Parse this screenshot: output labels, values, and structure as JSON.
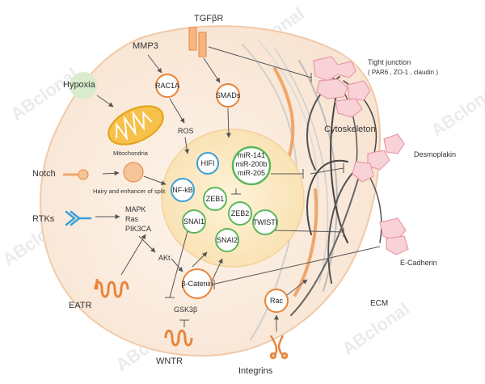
{
  "labels": {
    "tgfbr": "TGFβR",
    "mmp3": "MMP3",
    "hypoxia": "Hypoxia",
    "rac1a": "RAC1A",
    "smads": "SMADs",
    "ros": "ROS",
    "mitochondria": "Mitochondria",
    "notch": "Notch",
    "hairy": "Hairy and enhancer of split",
    "rtks": "RTKs",
    "mapk": "MAPK",
    "ras": "Ras",
    "pik3ca": "PIK3CA",
    "akt": "AKt",
    "beta_catenin": "β-Catenin",
    "gsk3b": "GSK3β",
    "eatr": "EATR",
    "wntr": "WNTR",
    "rac": "Rac",
    "integrins": "Integrins",
    "ecm": "ECM",
    "tight_junction": "Tight junction",
    "tight_junction_detail": "( PAR6 , ZO-1 , claudin )",
    "cytoskeleton": "Cytoskeleton",
    "desmoplakin": "Desmoplakin",
    "e_cadherin": "E-Cadherin"
  },
  "nucleus": {
    "hif1": "HIFI",
    "nfkb": "NF-kB",
    "zeb1": "ZEB1",
    "mir_1": "miR-141",
    "mir_2": "miR-200b",
    "mir_3": "miR-205",
    "snai1": "SNAI1",
    "zeb2": "ZEB2",
    "twist": "TWISTI",
    "snai2": "SNAI2"
  },
  "watermark": "ABclonal",
  "colors": {
    "orange": "#e8843a",
    "green": "#5cb85c",
    "blue": "#3aa0d8",
    "pink": "#f4b8c2",
    "nucleus": "#fdeccb"
  }
}
